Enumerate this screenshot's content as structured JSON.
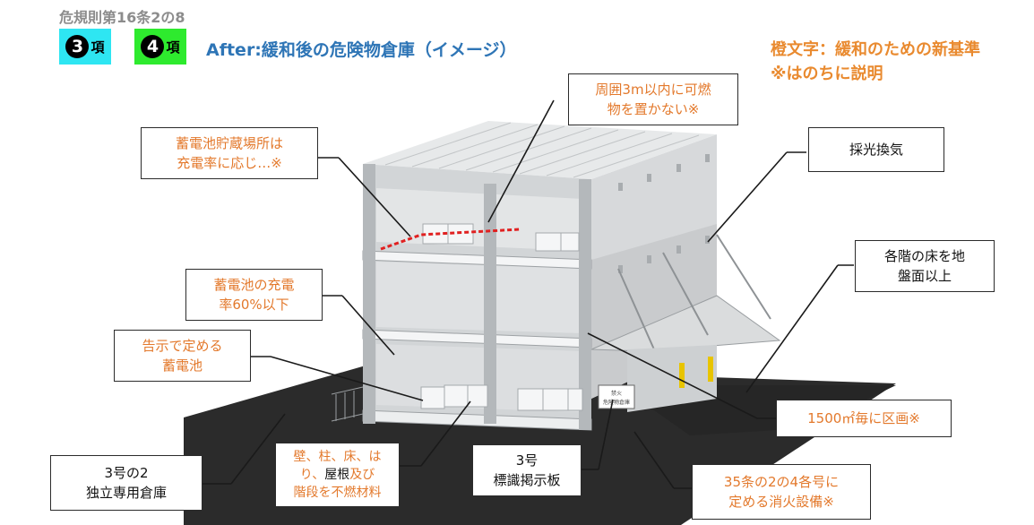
{
  "header": {
    "rule_ref": "危規則第16条2の8",
    "badges": [
      {
        "num": "3",
        "suffix": "項",
        "color": "#2ee6f2"
      },
      {
        "num": "4",
        "suffix": "項",
        "color": "#2eea2e"
      }
    ],
    "title": "After:緩和後の危険物倉庫（イメージ）"
  },
  "legend": {
    "line1": "橙文字：緩和のための新基準",
    "line2": "※はのちに説明"
  },
  "callouts": {
    "perimeter": {
      "line1": "周囲3m以内に可燃",
      "line2": "物を置かない※"
    },
    "battery_storage": {
      "line1": "蓄電池貯蔵場所は",
      "line2": "充電率に応じ…※"
    },
    "lighting": {
      "line1": "採光換気"
    },
    "floor": {
      "line1": "各階の床を地",
      "line2": "盤面以上"
    },
    "charge_rate": {
      "line1": "蓄電池の充電",
      "line2": "率60%以下"
    },
    "notified_battery": {
      "line1": "告示で定める",
      "line2": "蓄電池"
    },
    "partition": {
      "line1": "1500㎡毎に区画※"
    },
    "warehouse": {
      "line1": "3号の2",
      "line2": "独立専用倉庫"
    },
    "materials": {
      "line1": "壁、柱、床、は",
      "line2_a": "り、",
      "line2_b": "屋根",
      "line2_c": "及び",
      "line3": "階段を不燃材料"
    },
    "sign": {
      "line1": "3号",
      "line2": "標識掲示板"
    },
    "fire": {
      "line1": "35条の2の4各号に",
      "line2": "定める消火設備※"
    }
  },
  "sign_board": {
    "line1": "禁火",
    "line2": "危険物倉庫"
  },
  "colors": {
    "orange": "#e3792c",
    "blue": "#2e75b6",
    "legend": "#e98a2f"
  }
}
